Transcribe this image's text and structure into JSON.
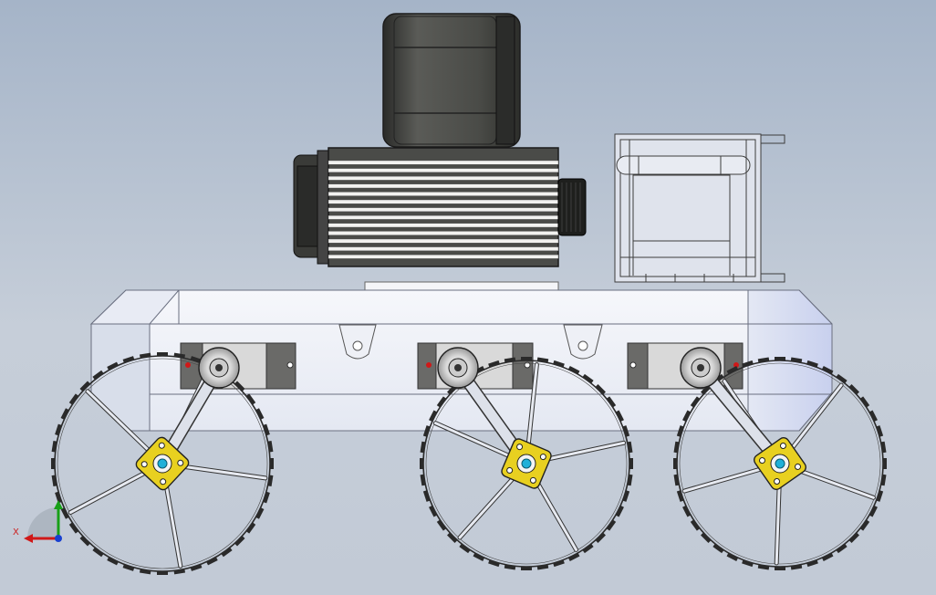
{
  "viewport": {
    "name": "cad-3d-viewport",
    "background": [
      "#a5b4c8",
      "#c6ced9"
    ]
  },
  "model": {
    "parts": [
      "motor",
      "gearbox",
      "battery-box",
      "chassis-beam",
      "wheel-front",
      "wheel-middle",
      "wheel-rear"
    ],
    "colors": {
      "motor_body": "#3e3f3c",
      "gearbox_fins": "#f2f2f0",
      "chassis": "#f0f2f8",
      "chassis_side": "#cdd4f0",
      "bearing_plate": "#e8d020",
      "bearing_center": "#20b0d8",
      "bearing_pin": "#d01818"
    }
  },
  "triad": {
    "x_label": "X",
    "y_label": "",
    "icon": "coordinate-triad-icon"
  }
}
